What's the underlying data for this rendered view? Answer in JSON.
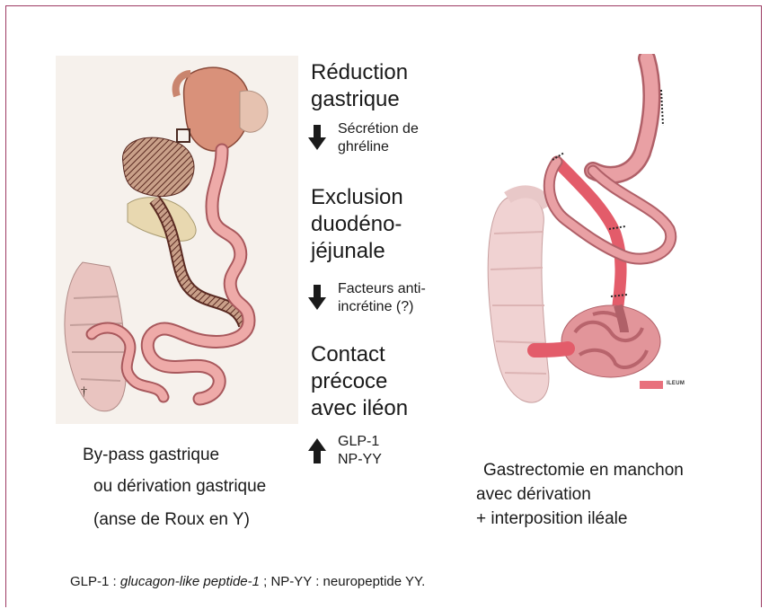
{
  "middle": {
    "reduction_line1": "Réduction",
    "reduction_line2": "gastrique",
    "ghreline_line1": "Sécrétion de",
    "ghreline_line2": "ghréline",
    "exclusion_line1": "Exclusion",
    "exclusion_line2": "duodéno-",
    "exclusion_line3": "jéjunale",
    "anti_line1": "Facteurs anti-",
    "anti_line2": "incrétine (?)",
    "contact_line1": "Contact",
    "contact_line2": "précoce",
    "contact_line3": "avec iléon",
    "glp_line1": "GLP-1",
    "glp_line2": "NP-YY"
  },
  "left_caption": {
    "line1": "By-pass gastrique",
    "line2": "ou dérivation gastrique",
    "line3": "(anse de Roux en Y)"
  },
  "right_caption": {
    "line1": "Gastrectomie en manchon",
    "line2": "avec dérivation",
    "line3": "+ interposition iléale"
  },
  "legend": {
    "label": "ILEUM",
    "color": "#e8707c"
  },
  "footnote": {
    "part1": "GLP-1 : ",
    "part2": "glucagon-like peptide-1",
    "part3": " ; NP-YY : neuropeptide YY."
  },
  "signature": "†"
}
